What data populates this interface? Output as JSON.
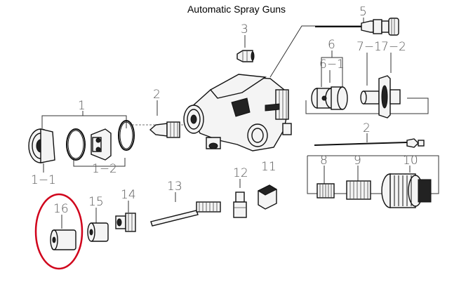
{
  "title": "Automatic Spray Guns",
  "labels": {
    "p1": "1",
    "p1_1": "1−1",
    "p1_2": "1−2",
    "p2a": "2",
    "p2b": "2",
    "p3": "3",
    "p5": "5",
    "p6": "6",
    "p6_1": "6−1",
    "p7_1": "7−1",
    "p7_2": "7−2",
    "p8": "8",
    "p9": "9",
    "p10": "10",
    "p11": "11",
    "p12": "12",
    "p13": "13",
    "p14": "14",
    "p15": "15",
    "p16": "16"
  },
  "highlight": {
    "part": "16",
    "color": "#d0021b"
  }
}
